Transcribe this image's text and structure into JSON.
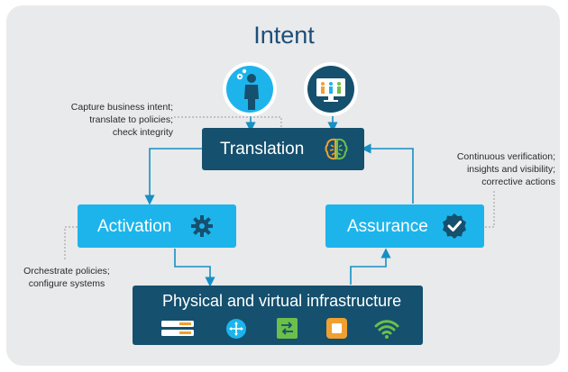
{
  "title": "Intent",
  "boxes": {
    "translation": "Translation",
    "activation": "Activation",
    "assurance": "Assurance",
    "infrastructure": "Physical and virtual infrastructure"
  },
  "notes": {
    "translation": [
      "Capture business intent;",
      "translate to policies;",
      "check integrity"
    ],
    "assurance": [
      "Continuous verification;",
      "insights and visibility;",
      "corrective actions"
    ],
    "activation": [
      "Orchestrate policies;",
      "configure systems"
    ]
  },
  "icons": {
    "user": "person-gear-icon",
    "monitor": "monitor-users-icon",
    "translation": "brain-icon",
    "activation": "gear-icon",
    "assurance": "check-badge-icon",
    "infra": [
      "server-icon",
      "router-icon",
      "switch-icon",
      "chip-icon",
      "wifi-icon"
    ]
  },
  "colors": {
    "dark_blue": "#15506e",
    "light_blue": "#1db4ec",
    "title": "#1e4e79",
    "background": "#e9eaeb"
  }
}
